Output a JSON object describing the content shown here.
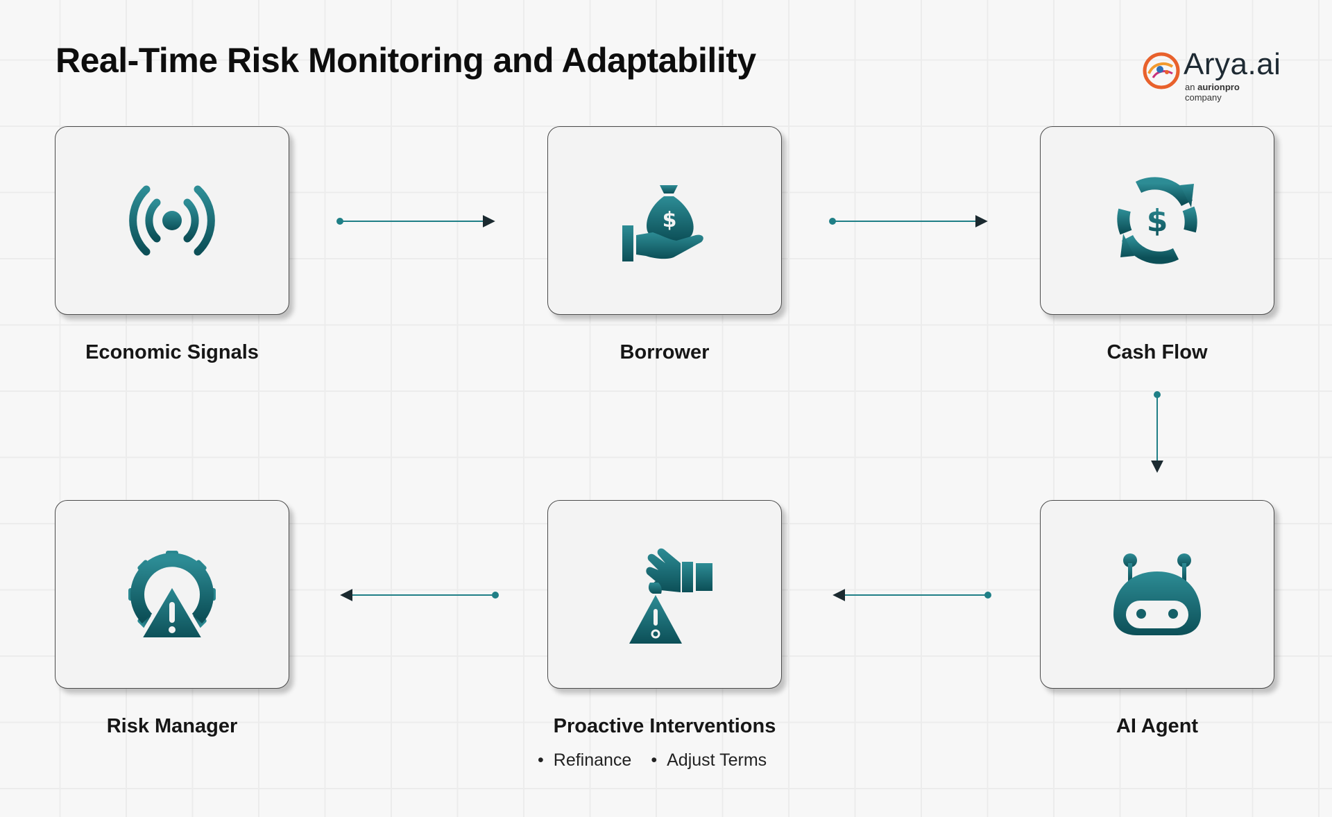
{
  "title": "Real-Time Risk Monitoring and Adaptability",
  "logo": {
    "name": "Arya.ai",
    "sub_prefix": "an",
    "sub_brand": "aurionpro",
    "sub_suffix": "company"
  },
  "nodes": [
    {
      "id": "economic-signals",
      "label": "Economic Signals",
      "icon": "broadcast-signal-icon"
    },
    {
      "id": "borrower",
      "label": "Borrower",
      "icon": "hand-money-bag-icon"
    },
    {
      "id": "cash-flow",
      "label": "Cash Flow",
      "icon": "dollar-cycle-icon"
    },
    {
      "id": "ai-agent",
      "label": "AI Agent",
      "icon": "robot-icon"
    },
    {
      "id": "proactive-interventions",
      "label": "Proactive Interventions",
      "icon": "hand-warning-icon",
      "bullets": [
        "Refinance",
        "Adjust Terms"
      ]
    },
    {
      "id": "risk-manager",
      "label": "Risk Manager",
      "icon": "gear-warning-icon"
    }
  ],
  "edges": [
    {
      "from": "economic-signals",
      "to": "borrower"
    },
    {
      "from": "borrower",
      "to": "cash-flow"
    },
    {
      "from": "cash-flow",
      "to": "ai-agent"
    },
    {
      "from": "ai-agent",
      "to": "proactive-interventions"
    },
    {
      "from": "proactive-interventions",
      "to": "risk-manager"
    }
  ],
  "colors": {
    "icon_top": "#2d8c95",
    "icon_bottom": "#0c4f57",
    "line": "#1f7f86",
    "arrow_head": "#1b2a30"
  }
}
